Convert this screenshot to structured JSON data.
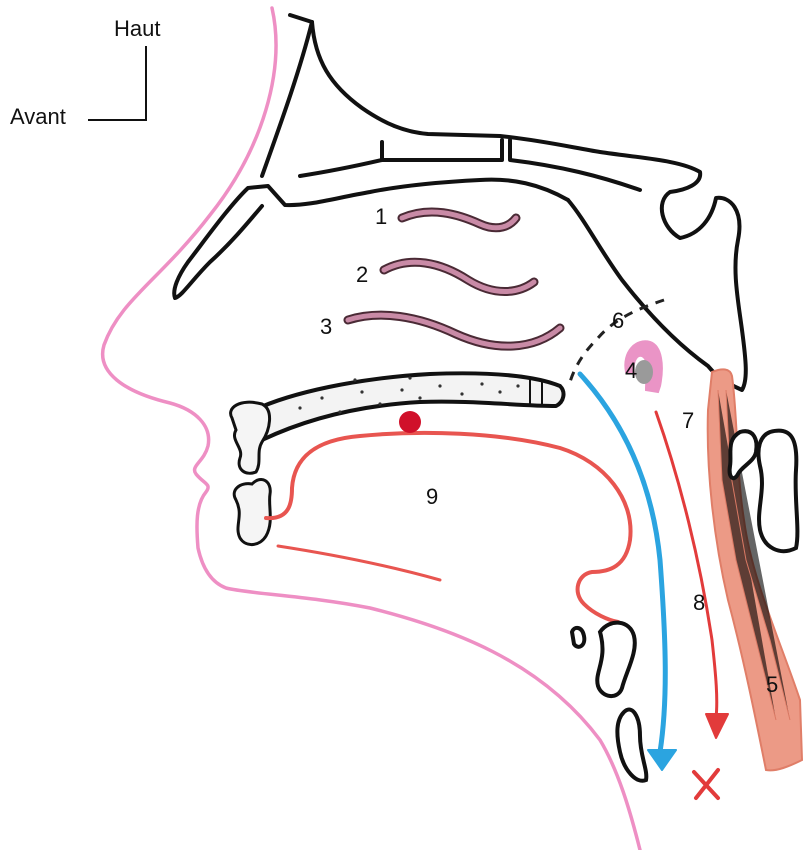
{
  "orientation": {
    "up_label": "Haut",
    "front_label": "Avant"
  },
  "labels": [
    "1",
    "2",
    "3",
    "4",
    "5",
    "6",
    "7",
    "8",
    "9"
  ],
  "colors": {
    "skin_profile": "#ee8fc4",
    "bone_outline": "#111111",
    "turbinate": "#c98aa6",
    "airway_arrow": "#2ba4e0",
    "food_path": "#e23b3b",
    "tongue": "#e85550",
    "uvula_dot": "#d0102a",
    "muscle": "#e9826e",
    "adenoid_shade": "#9a9a9a"
  }
}
